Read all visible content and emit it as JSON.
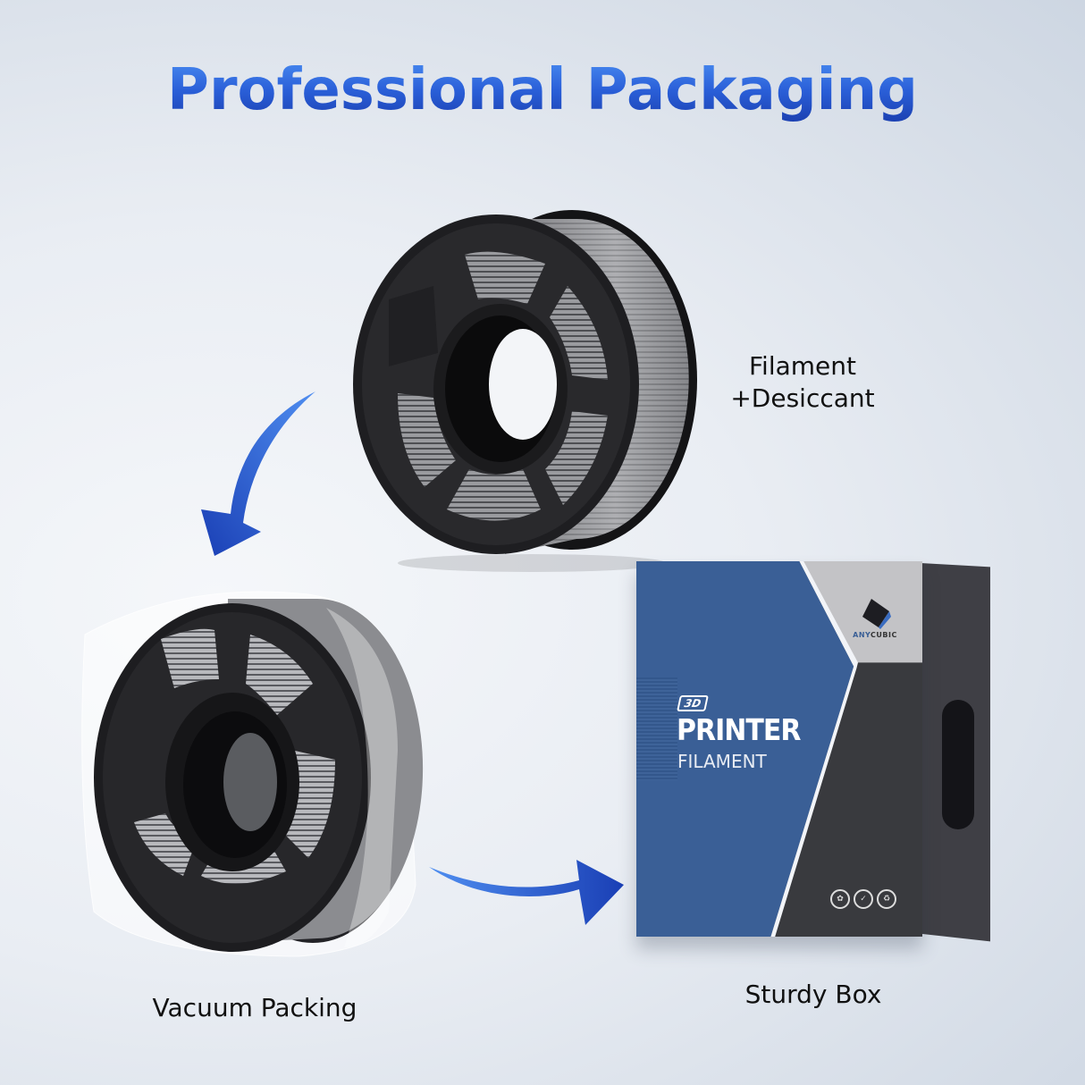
{
  "header": {
    "title": "Professional Packaging"
  },
  "colors": {
    "title_blue": "#2a5fd8",
    "arrow_blue": "#2a5fd8",
    "box_blue": "#3a5f96",
    "box_dark": "#393a3e",
    "box_grey": "#c3c3c6"
  },
  "steps": [
    {
      "id": "filament",
      "label_line1": "Filament",
      "label_line2": "+Desiccant",
      "image": "filament-spool"
    },
    {
      "id": "vacuum",
      "label": "Vacuum Packing",
      "image": "vacuum-sealed-spool"
    },
    {
      "id": "box",
      "label": "Sturdy Box",
      "image": "product-box"
    }
  ],
  "arrows": [
    {
      "from": "filament",
      "to": "vacuum",
      "icon": "curved-arrow-down-icon"
    },
    {
      "from": "vacuum",
      "to": "box",
      "icon": "curved-arrow-right-icon"
    }
  ],
  "box_print": {
    "badge_3d": "3D",
    "line1": "PRINTER",
    "line2": "FILAMENT",
    "brand_any": "ANY",
    "brand_cubic": "CUBIC",
    "badges": [
      "leaf-icon",
      "check-icon",
      "recycle-icon"
    ]
  }
}
